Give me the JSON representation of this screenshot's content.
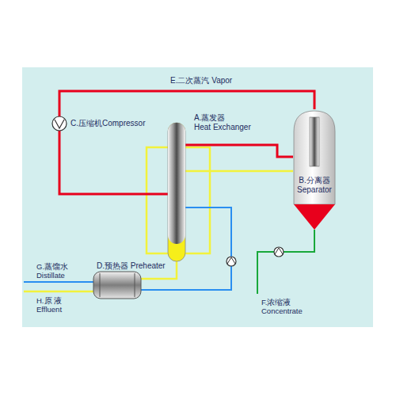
{
  "diagram": {
    "nodes": [
      {
        "text": [
          "C.压缩机Compressor"
        ]
      },
      {
        "text": [
          "A.蒸发器",
          "Heat Exchanger"
        ]
      },
      {
        "text": [
          "B.分离器",
          "Separator"
        ]
      },
      {
        "text": [
          "D.预热器 Preheater"
        ]
      }
    ],
    "edges": [
      {
        "from": 2,
        "to": 0,
        "label": "E.二次蒸汽 Vapor",
        "arrow": "none"
      },
      {
        "from": 0,
        "to": 1,
        "arrow": "none"
      },
      {
        "from": 1,
        "to": 2,
        "arrow": "none"
      },
      {
        "from": 2,
        "to": 1,
        "arrow": "none"
      },
      {
        "from": 3,
        "to": 1,
        "arrow": "none"
      },
      {
        "from": 1,
        "to": 3,
        "arrow": "none"
      }
    ],
    "labels": [
      "G.蒸馏水",
      "Distillate",
      "H.原 液",
      "Effluent",
      "F.浓缩液",
      "Concentrate"
    ]
  }
}
